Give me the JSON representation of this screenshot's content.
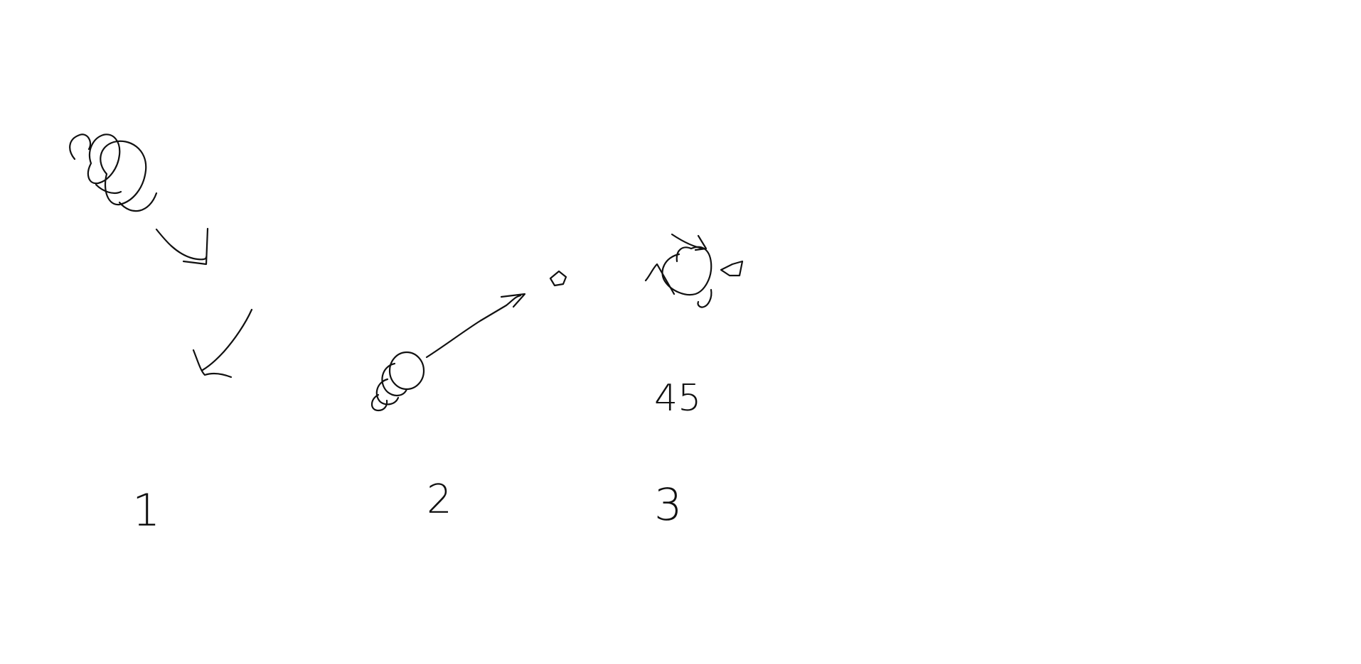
{
  "sketch": {
    "ink_color": "#111111",
    "background": "#ffffff",
    "step_labels": [
      "1",
      "2",
      "3"
    ],
    "annotation": "45",
    "icons": [
      "player-figure-icon",
      "curved-arrow-icon",
      "straight-arrow-icon",
      "target-box-icon",
      "rotation-arrows-icon"
    ]
  }
}
